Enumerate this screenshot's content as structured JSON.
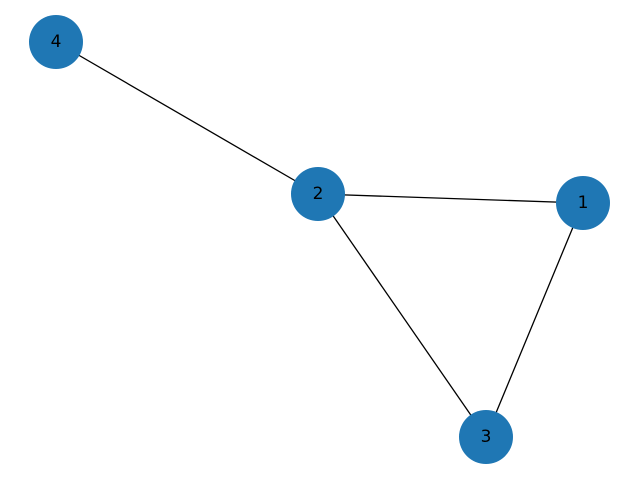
{
  "graph": {
    "node_color": "#1f77b4",
    "edge_color": "#000000",
    "background": "#ffffff",
    "nodes": [
      {
        "id": "1",
        "label": "1"
      },
      {
        "id": "2",
        "label": "2"
      },
      {
        "id": "3",
        "label": "3"
      },
      {
        "id": "4",
        "label": "4"
      }
    ],
    "edges": [
      {
        "source": "4",
        "target": "2"
      },
      {
        "source": "2",
        "target": "1"
      },
      {
        "source": "2",
        "target": "3"
      },
      {
        "source": "1",
        "target": "3"
      }
    ]
  }
}
